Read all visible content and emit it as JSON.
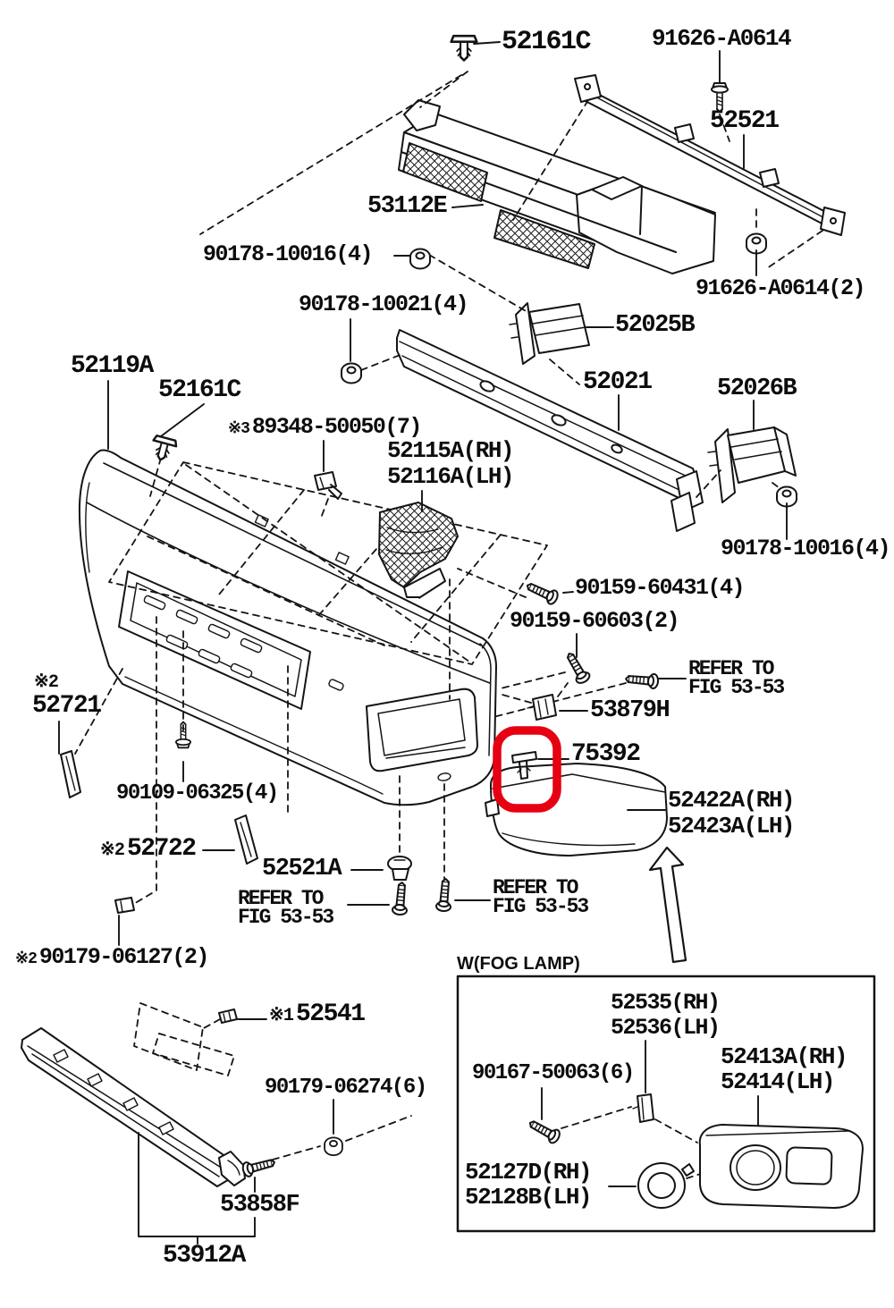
{
  "page": {
    "background": "#ffffff",
    "ink": "#141414"
  },
  "highlight": {
    "part": "75392",
    "color": "#e60012"
  },
  "refer_note": {
    "line1": "REFER TO",
    "line2": "FIG 53-53"
  },
  "fog_section": {
    "title": "W(FOG LAMP)"
  },
  "labels": {
    "clip_top": "52161C",
    "support_bolt": "91626-A0614",
    "radiator_support_upper": "52521",
    "radiator_grille": "53112E",
    "nut_grille": "90178-10016(4)",
    "support_bolt_2": "91626-A0614(2)",
    "nut_reinforcement": "90178-10021(4)",
    "crush_box_left": "52025B",
    "bumper_cover": "52119A",
    "clip_bumper": "52161C",
    "reinforcement": "52021",
    "crush_box_right": "52026B",
    "nut_crush_right": "90178-10016(4)",
    "mesh_clip": {
      "prefix": "※3",
      "text": "89348-50050(7)"
    },
    "mesh_rh": "52115A(RH)",
    "mesh_lh": "52116A(LH)",
    "screw_upper": "90159-60431(4)",
    "screw_lower": "90159-60603(2)",
    "retainer_clip": "53879H",
    "highlight_clip": "75392",
    "fog_cover_rh": "52422A(RH)",
    "fog_cover_lh": "52423A(LH)",
    "pad_upper": {
      "prefix": "※2",
      "text": "52721"
    },
    "bolt_center": "90109-06325(4)",
    "pad_lower": {
      "prefix": "※2",
      "text": "52722"
    },
    "grommet": "52521A",
    "bolt_side": {
      "prefix": "※2",
      "text": "90179-06127(2)"
    },
    "plate_clip": {
      "prefix": "※1",
      "text": "52541"
    },
    "nut_valance": "90179-06274(6)",
    "valance_bolt": "53858F",
    "valance": "53912A",
    "fog_clip_rh": "52535(RH)",
    "fog_clip_lh": "52536(LH)",
    "fog_screw": "90167-50063(6)",
    "fog_bezel_rh": "52413A(RH)",
    "fog_bezel_lh": "52414(LH)",
    "fog_ring_rh": "52127D(RH)",
    "fog_ring_lh": "52128B(LH)"
  }
}
